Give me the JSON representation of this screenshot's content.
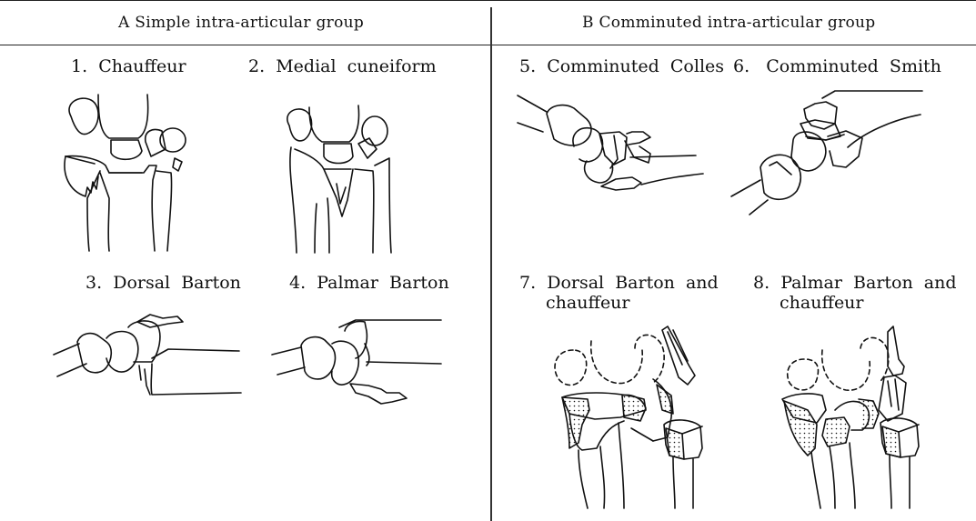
{
  "groups": {
    "a": "A  Simple intra-articular group",
    "b": "B  Comminuted intra-articular group"
  },
  "figures": {
    "f1": "1.  Chauffeur",
    "f2": "2.  Medial  cuneiform",
    "f3": "3.  Dorsal  Barton",
    "f4": "4.  Palmar  Barton",
    "f5": "5.  Comminuted  Colles",
    "f6": "6.   Comminuted  Smith",
    "f7_line1": "7.  Dorsal  Barton  and",
    "f7_line2": "chauffeur",
    "f8_line1": "8.  Palmar  Barton  and",
    "f8_line2": "chauffeur"
  }
}
